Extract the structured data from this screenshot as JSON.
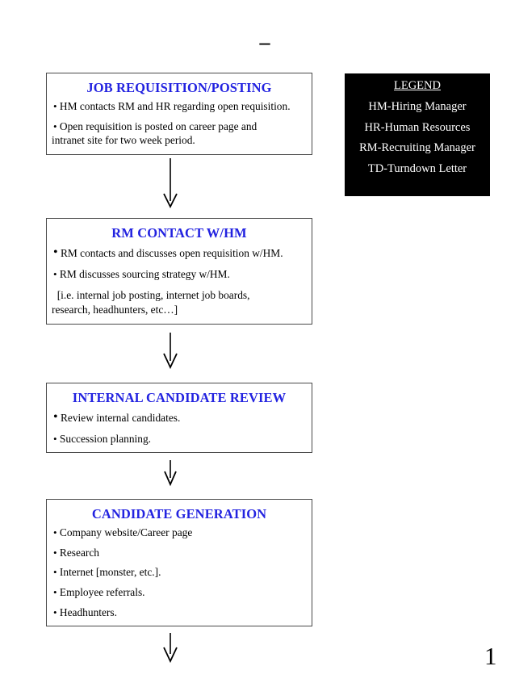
{
  "page": {
    "top_marker": "–",
    "page_number": "1"
  },
  "legend": {
    "title": "LEGEND",
    "items": [
      "HM-Hiring Manager",
      "HR-Human Resources",
      "RM-Recruiting Manager",
      "TD-Turndown Letter"
    ],
    "background_color": "#000000",
    "text_color": "#ffffff"
  },
  "flow": {
    "title_color": "#2222e0",
    "boxes": [
      {
        "id": "requisition",
        "title": "JOB REQUISITION/POSTING",
        "lines": [
          {
            "type": "bullet",
            "text": "HM contacts RM and HR regarding open requisition."
          },
          {
            "type": "bullet",
            "text": "Open requisition is posted on career page and"
          },
          {
            "type": "cont",
            "text": "intranet site for two week period."
          }
        ]
      },
      {
        "id": "rm-contact",
        "title": "RM CONTACT W/HM",
        "lines": [
          {
            "type": "bullet-big",
            "text": "RM contacts and discusses open requisition w/HM."
          },
          {
            "type": "bullet",
            "text": "RM discusses sourcing strategy w/HM."
          },
          {
            "type": "cont",
            "text": "  [i.e. internal job posting, internet job boards,"
          },
          {
            "type": "cont",
            "text": "research, headhunters, etc…]"
          }
        ]
      },
      {
        "id": "internal",
        "title": "INTERNAL CANDIDATE REVIEW",
        "lines": [
          {
            "type": "bullet-big",
            "text": "Review internal candidates."
          },
          {
            "type": "bullet",
            "text": "Succession planning."
          }
        ]
      },
      {
        "id": "generation",
        "title": "CANDIDATE GENERATION",
        "lines": [
          {
            "type": "bullet",
            "text": "Company website/Career page"
          },
          {
            "type": "bullet",
            "text": "Research"
          },
          {
            "type": "bullet",
            "text": "Internet [monster, etc.]."
          },
          {
            "type": "bullet",
            "text": "Employee referrals."
          },
          {
            "type": "bullet",
            "text": "Headhunters."
          }
        ]
      }
    ],
    "connectors": [
      {
        "name": "arrow-requisition-to-rm-contact"
      },
      {
        "name": "arrow-rm-contact-to-internal"
      },
      {
        "name": "arrow-internal-to-generation"
      },
      {
        "name": "arrow-generation-to-next"
      }
    ]
  }
}
